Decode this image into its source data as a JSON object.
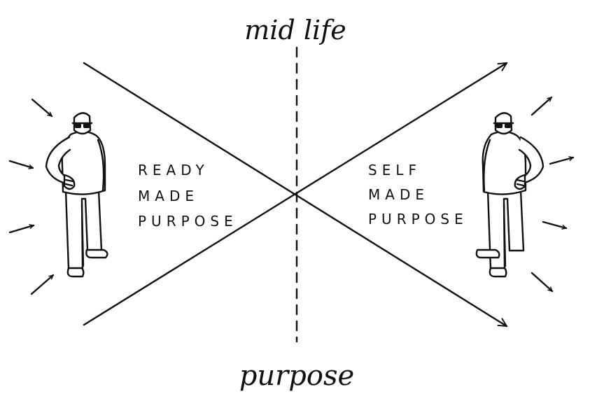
{
  "diagram": {
    "top_label": "mid life",
    "bottom_label": "purpose",
    "left_block": [
      "READY",
      "MADE",
      "PURPOSE"
    ],
    "right_block": [
      "SELF",
      "MADE",
      "PURPOSE"
    ],
    "ink_color": "#111111",
    "left_figure_arrows": "inward",
    "right_figure_arrows": "outward"
  }
}
